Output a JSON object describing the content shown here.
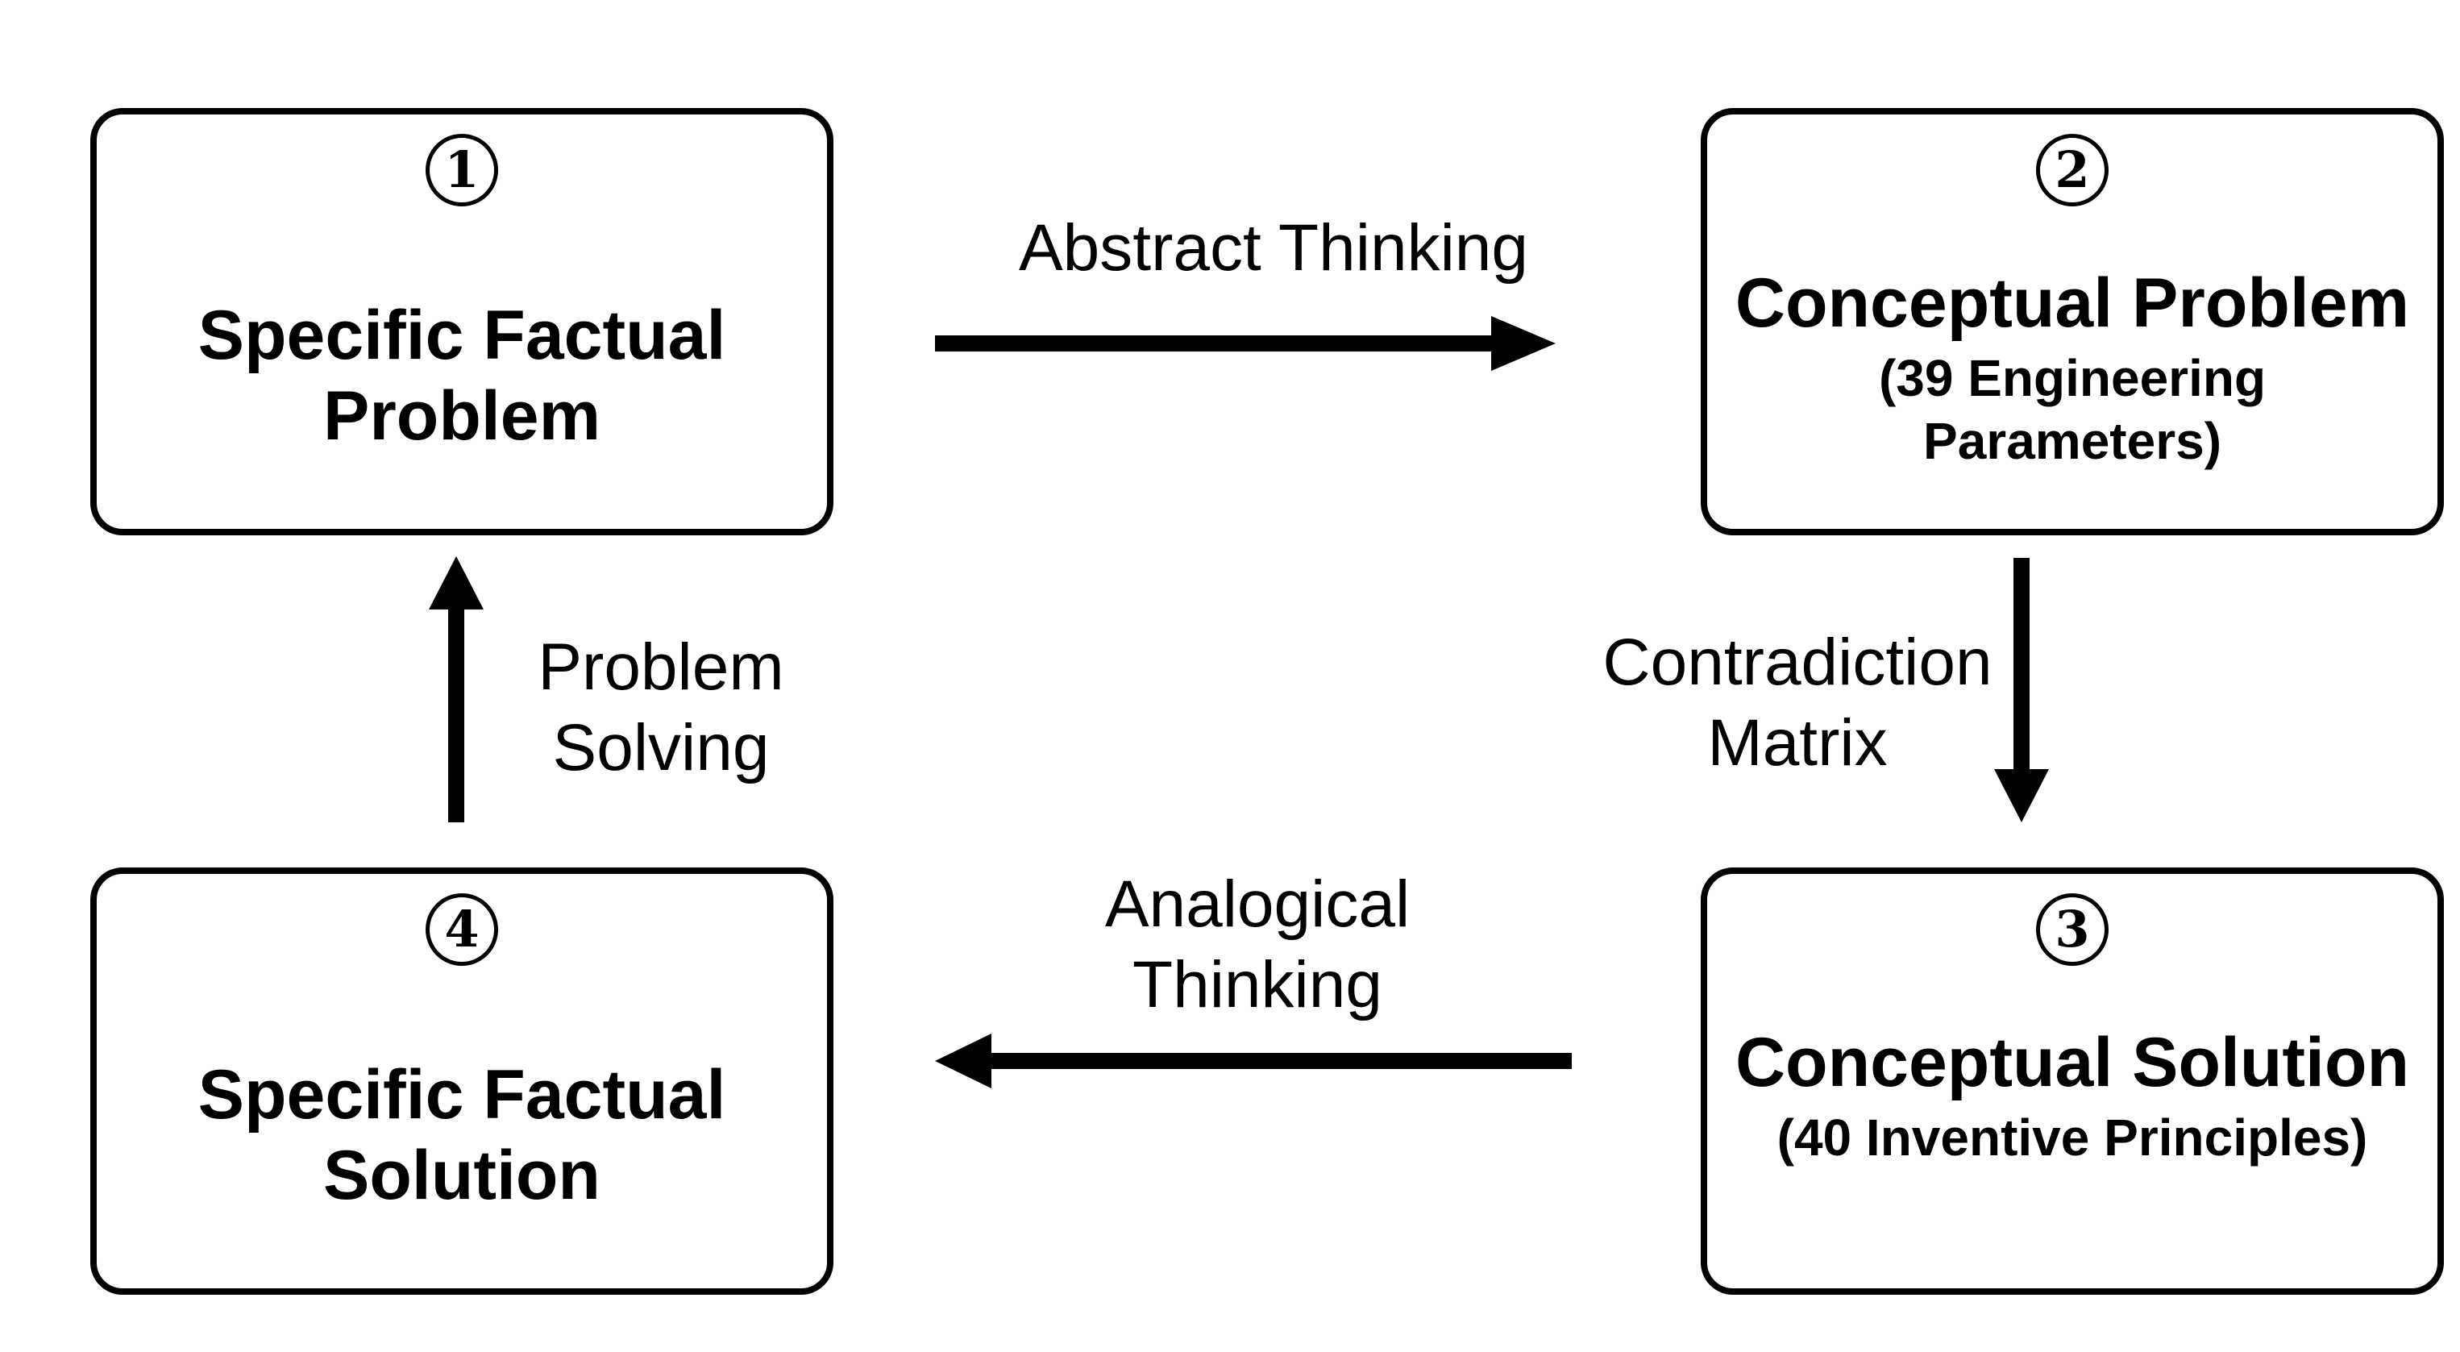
{
  "boxes": [
    {
      "number": "1",
      "title": [
        "Specific Factual",
        "Problem"
      ],
      "subtitle": []
    },
    {
      "number": "2",
      "title": [
        "Conceptual Problem"
      ],
      "subtitle": [
        "(39 Engineering",
        "Parameters)"
      ]
    },
    {
      "number": "3",
      "title": [
        "Conceptual Solution"
      ],
      "subtitle": [
        "(40 Inventive Principles)"
      ]
    },
    {
      "number": "4",
      "title": [
        "Specific Factual",
        "Solution"
      ],
      "subtitle": []
    }
  ],
  "edges": [
    {
      "from": "1",
      "to": "2",
      "label": [
        "Abstract Thinking"
      ]
    },
    {
      "from": "2",
      "to": "3",
      "label": [
        "Contradiction",
        "Matrix"
      ]
    },
    {
      "from": "3",
      "to": "4",
      "label": [
        "Analogical",
        "Thinking"
      ]
    },
    {
      "from": "4",
      "to": "1",
      "label": [
        "Problem",
        "Solving"
      ]
    }
  ]
}
